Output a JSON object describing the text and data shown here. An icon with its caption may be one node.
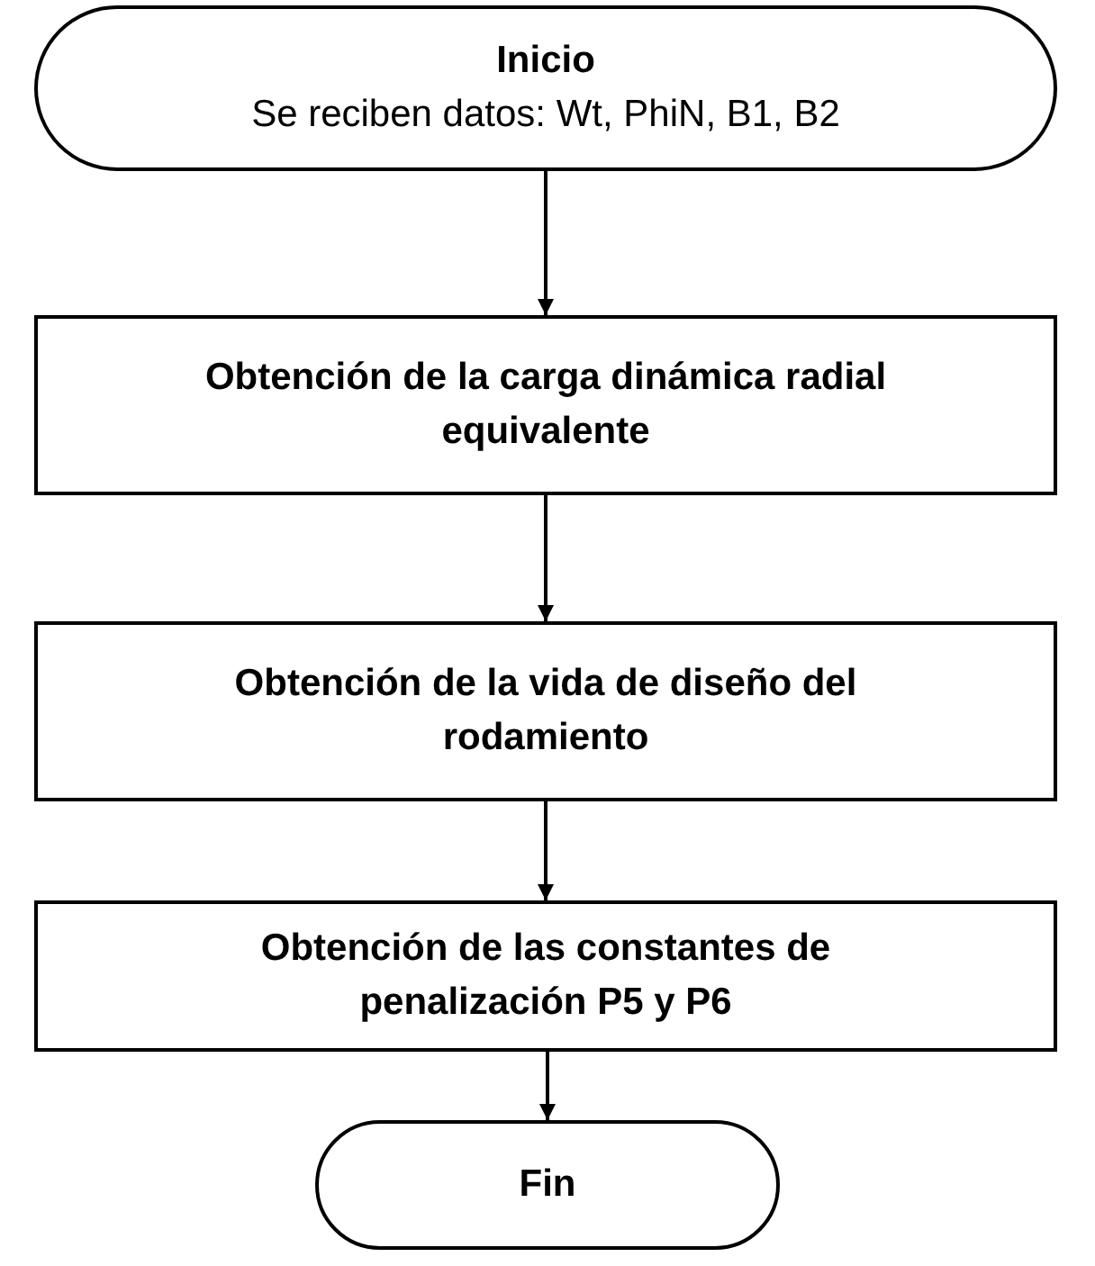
{
  "diagram": {
    "nodes": [
      {
        "text": [
          "Inicio",
          "Se reciben datos: Wt, PhiN, B1, B2"
        ]
      },
      {
        "text": [
          "Obtención de la carga dinámica radial equivalente"
        ]
      },
      {
        "text": [
          "Obtención de la vida de diseño del rodamiento"
        ]
      },
      {
        "text": [
          "Obtención de las constantes de penalización P5 y P6"
        ]
      },
      {
        "text": [
          "Fin"
        ]
      }
    ],
    "edges": [
      {
        "from": 0,
        "to": 1,
        "arrow": "to"
      },
      {
        "from": 1,
        "to": 2,
        "arrow": "to"
      },
      {
        "from": 2,
        "to": 3,
        "arrow": "to"
      },
      {
        "from": 3,
        "to": 4,
        "arrow": "to"
      }
    ]
  }
}
